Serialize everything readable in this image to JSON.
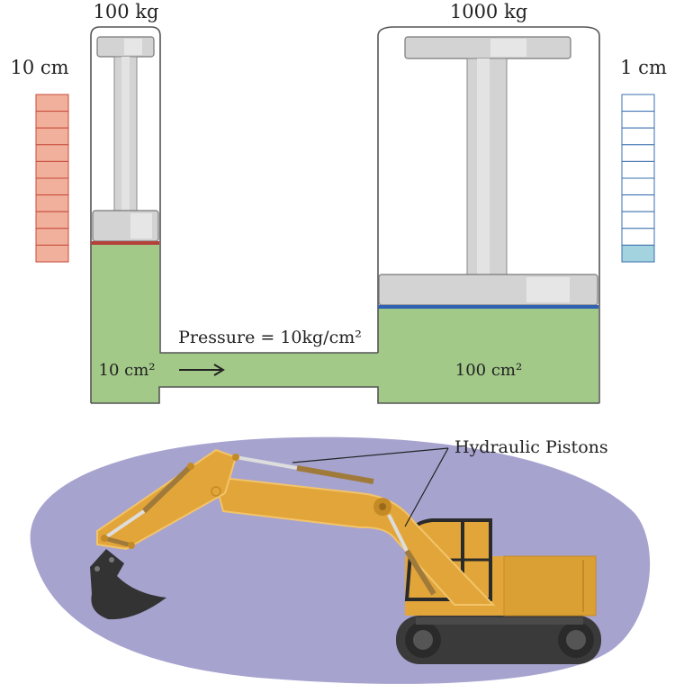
{
  "labels": {
    "small_mass": "100 kg",
    "large_mass": "1000 kg",
    "small_displacement": "10 cm",
    "large_displacement": "1 cm",
    "pressure": "Pressure = 10kg/cm²",
    "small_area": "10 cm²",
    "large_area": "100 cm²",
    "callout": "Hydraulic Pistons"
  },
  "colors": {
    "fluid": "#a3c989",
    "cylinder_outline": "#555555",
    "piston_metal": "#d3d3d3",
    "small_gauge_fill": "#f0b09c",
    "small_gauge_stroke": "#c94a3a",
    "small_seal": "#b5403a",
    "large_gauge_fill": "#a4d3e0",
    "large_gauge_stroke": "#3a6fb0",
    "large_seal": "#2f62b3",
    "ground": "#a6a3cf",
    "machine_body": "#e2a53a",
    "machine_dark": "#3a3a3a"
  },
  "gauges": {
    "small": {
      "segments": 10,
      "filled": 10
    },
    "large": {
      "segments": 10,
      "filled": 1
    }
  },
  "icons": {
    "flow_arrow": "arrow-right-icon",
    "machine": "excavator-icon"
  }
}
